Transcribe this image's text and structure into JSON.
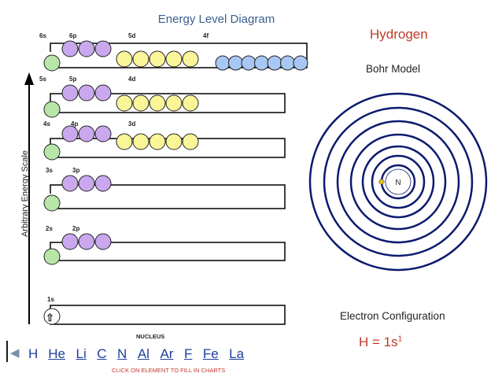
{
  "title": "Energy Level Diagram",
  "element_name": "Hydrogen",
  "bohr_title": "Bohr Model",
  "nucleus_symbol": "N",
  "econf_title": "Electron Configuration",
  "formula_base": "H = 1s",
  "formula_exp": "1",
  "y_axis_label": "Arbitrary Energy Scale",
  "nucleus_label": "NUCLEUS",
  "hint": "CLICK ON ELEMENT TO FILL IN CHARTS",
  "levels": {
    "l6s": "6s",
    "l6p": "6p",
    "l5d": "5d",
    "l4f": "4f",
    "l5s": "5s",
    "l5p": "5p",
    "l4d": "4d",
    "l4s": "4s",
    "l4p": "4p",
    "l3d": "3d",
    "l3s": "3s",
    "l3p": "3p",
    "l2s": "2s",
    "l2p": "2p",
    "l1s": "1s"
  },
  "electron_glyph": "⇧",
  "elements": [
    "H",
    "He",
    "Li",
    "C",
    "N",
    "Al",
    "Ar",
    "F",
    "Fe",
    "La"
  ],
  "colors": {
    "s": "#b8e6a8",
    "p": "#c9a8ee",
    "d": "#fbf59a",
    "f": "#a9c7f4",
    "title": "#3a5f8f",
    "accent": "#c0392b",
    "link": "#1e3f9a",
    "nucleus_dot": "#e6c21a"
  }
}
